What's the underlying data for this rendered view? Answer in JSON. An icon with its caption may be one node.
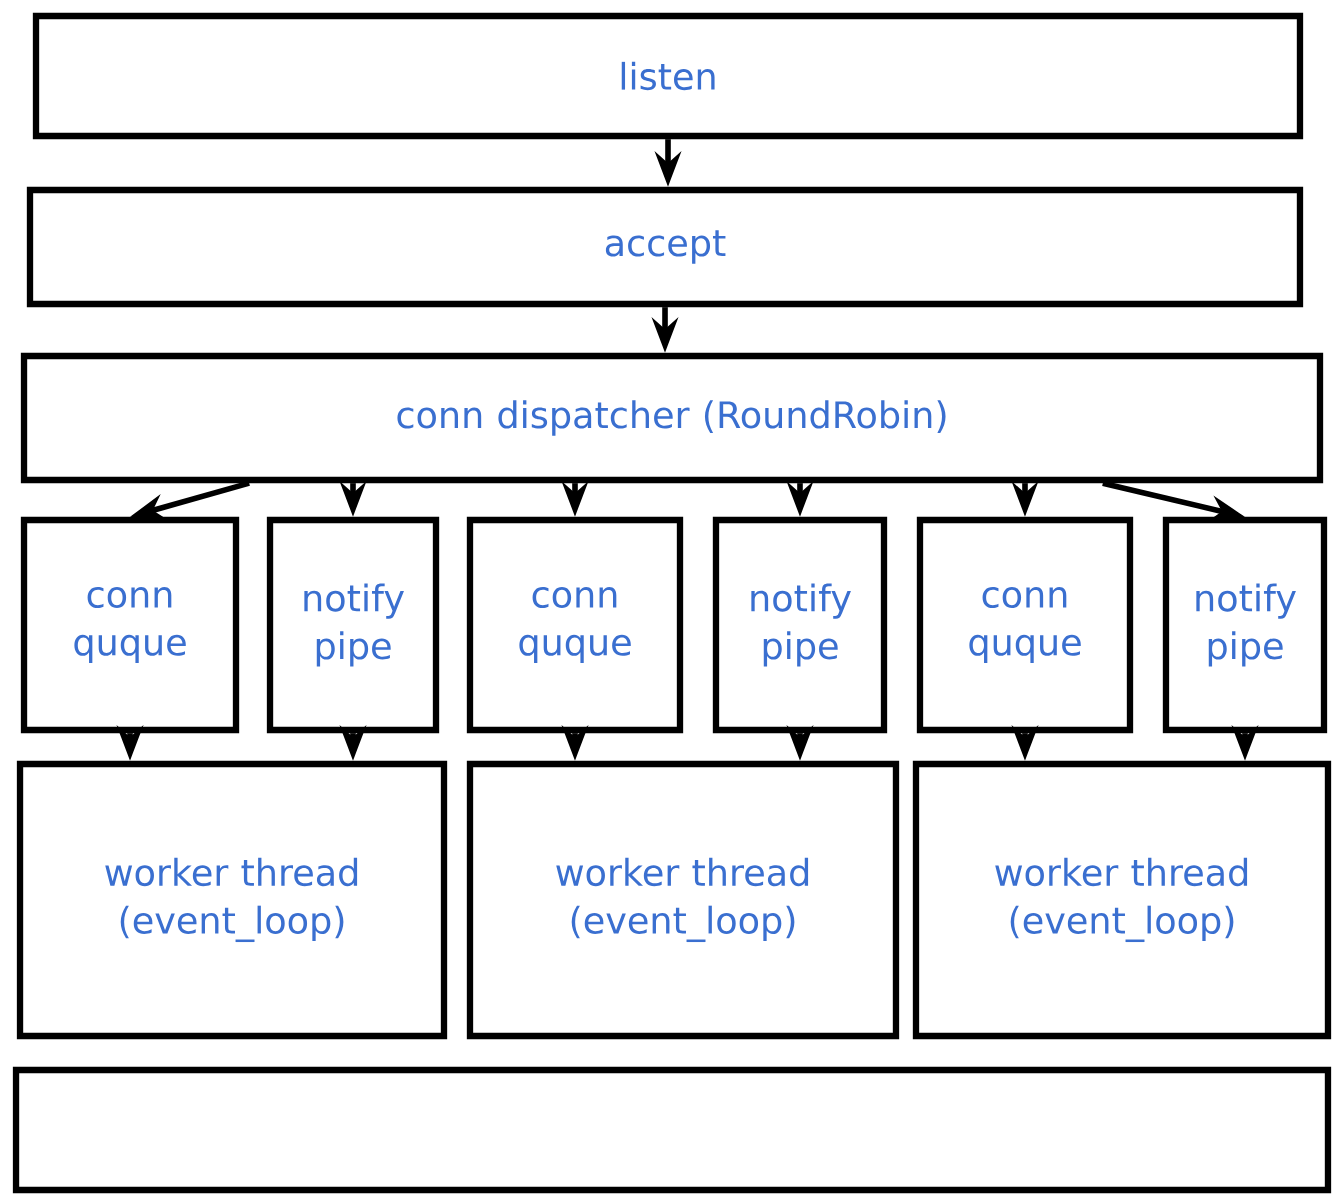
{
  "diagram": {
    "nodes": [
      {
        "text": [
          "listen"
        ]
      },
      {
        "text": [
          "accept"
        ]
      },
      {
        "text": [
          "conn dispatcher (RoundRobin)"
        ]
      },
      {
        "text": [
          "conn quque"
        ]
      },
      {
        "text": [
          "notify pipe"
        ]
      },
      {
        "text": [
          "conn quque"
        ]
      },
      {
        "text": [
          "notify pipe"
        ]
      },
      {
        "text": [
          "conn quque"
        ]
      },
      {
        "text": [
          "notify pipe"
        ]
      },
      {
        "text": [
          "worker thread (event_loop)"
        ]
      },
      {
        "text": [
          "worker thread (event_loop)"
        ]
      },
      {
        "text": [
          "worker thread (event_loop)"
        ]
      },
      {
        "text": [],
        "shape": "box"
      }
    ],
    "edges": [
      {
        "from": 0,
        "to": 1,
        "arrow": "to"
      },
      {
        "from": 1,
        "to": 2,
        "arrow": "to"
      },
      {
        "from": 2,
        "to": 3,
        "arrow": "to"
      },
      {
        "from": 2,
        "to": 4,
        "arrow": "to"
      },
      {
        "from": 2,
        "to": 5,
        "arrow": "to"
      },
      {
        "from": 2,
        "to": 6,
        "arrow": "to"
      },
      {
        "from": 2,
        "to": 7,
        "arrow": "to"
      },
      {
        "from": 2,
        "to": 8,
        "arrow": "to"
      },
      {
        "from": 3,
        "to": 9,
        "arrow": "to"
      },
      {
        "from": 4,
        "to": 9,
        "arrow": "to"
      },
      {
        "from": 5,
        "to": 10,
        "arrow": "to"
      },
      {
        "from": 6,
        "to": 10,
        "arrow": "to"
      },
      {
        "from": 7,
        "to": 11,
        "arrow": "to"
      },
      {
        "from": 8,
        "to": 11,
        "arrow": "to"
      }
    ]
  }
}
